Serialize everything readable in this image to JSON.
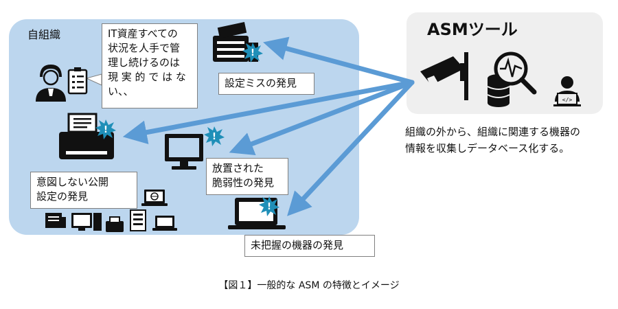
{
  "diagram": {
    "organization_label": "自組織",
    "speech_bubble": "IT資産すべての\n状況を人手で管\n理し続けるのは\n現 実 的 で は な\nい、、",
    "finding_misconfig": "設定ミスの発見",
    "finding_exposure": "意図しない公開\n設定の発見",
    "finding_vuln": "放置された\n脆弱性の発見",
    "finding_unknown": "未把握の機器の発見",
    "tool_title": "ASMツール",
    "tool_description": "組織の外から、組織に関連する機器の\n情報を収集しデータベース化する。",
    "caption": "【図１】一般的な ASM の特徴とイメージ"
  },
  "colors": {
    "org_fill": "#bcd6ee",
    "tool_fill": "#efefef",
    "arrow": "#5b9bd5",
    "icon": "#111111",
    "burst": "#1f8fb8"
  }
}
